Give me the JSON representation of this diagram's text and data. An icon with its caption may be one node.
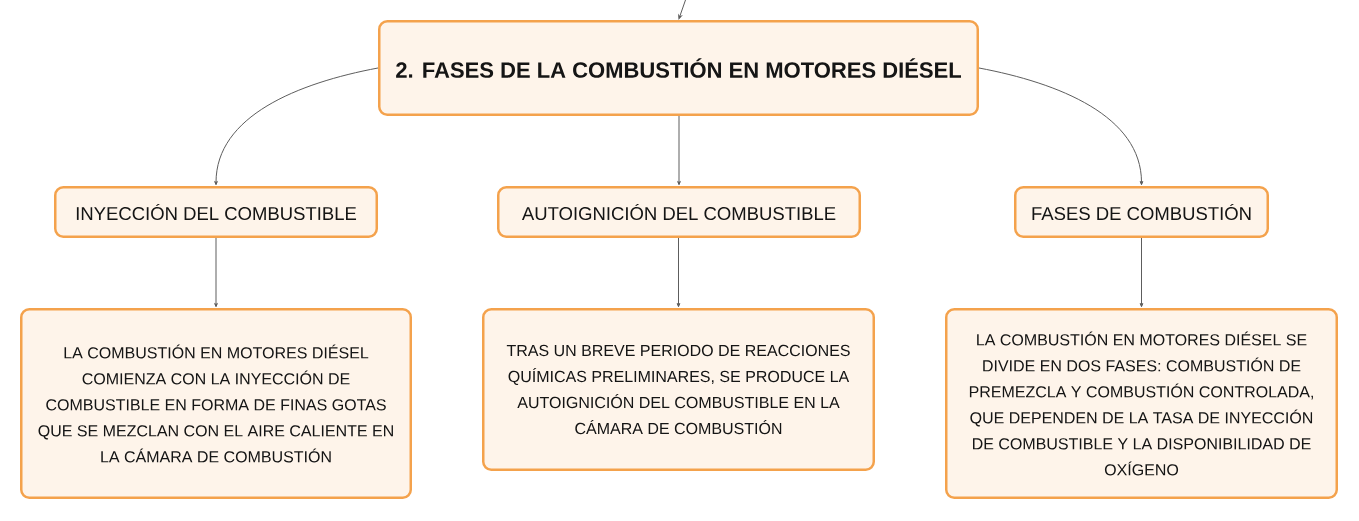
{
  "diagram": {
    "nodes": [
      {
        "text": [
          "2. FASES DE LA COMBUSTIÓN EN MOTORES DIÉSEL"
        ]
      },
      {
        "text": [
          "INYECCIÓN DEL COMBUSTIBLE"
        ]
      },
      {
        "text": [
          "AUTOIGNICIÓN DEL COMBUSTIBLE"
        ]
      },
      {
        "text": [
          "FASES DE COMBUSTIÓN"
        ]
      },
      {
        "text": [
          "LA COMBUSTIÓN EN MOTORES DIÉSEL COMIENZA CON LA INYECCIÓN DE COMBUSTIBLE EN FORMA DE FINAS GOTAS QUE SE MEZCLAN CON EL AIRE CALIENTE EN LA CÁMARA DE COMBUSTIÓN"
        ]
      },
      {
        "text": [
          "TRAS UN BREVE PERIODO DE REACCIONES QUÍMICAS PRELIMINARES, SE PRODUCE LA AUTOIGNICIÓN DEL COMBUSTIBLE EN LA CÁMARA DE COMBUSTIÓN"
        ]
      },
      {
        "text": [
          "LA COMBUSTIÓN EN MOTORES DIÉSEL SE DIVIDE EN DOS FASES: COMBUSTIÓN DE PREMEZCLA Y COMBUSTIÓN CONTROLADA, QUE DEPENDEN DE LA TASA DE INYECCIÓN DE COMBUSTIBLE Y LA DISPONIBILIDAD DE OXÍGENO"
        ]
      }
    ],
    "edges": [
      {
        "from": null,
        "to": 0,
        "arrow": "to"
      },
      {
        "from": 0,
        "to": 1,
        "arrow": "to"
      },
      {
        "from": 0,
        "to": 2,
        "arrow": "to"
      },
      {
        "from": 0,
        "to": 3,
        "arrow": "to"
      },
      {
        "from": 1,
        "to": 4,
        "arrow": "to"
      },
      {
        "from": 2,
        "to": 5,
        "arrow": "to"
      },
      {
        "from": 3,
        "to": 6,
        "arrow": "to"
      }
    ]
  }
}
